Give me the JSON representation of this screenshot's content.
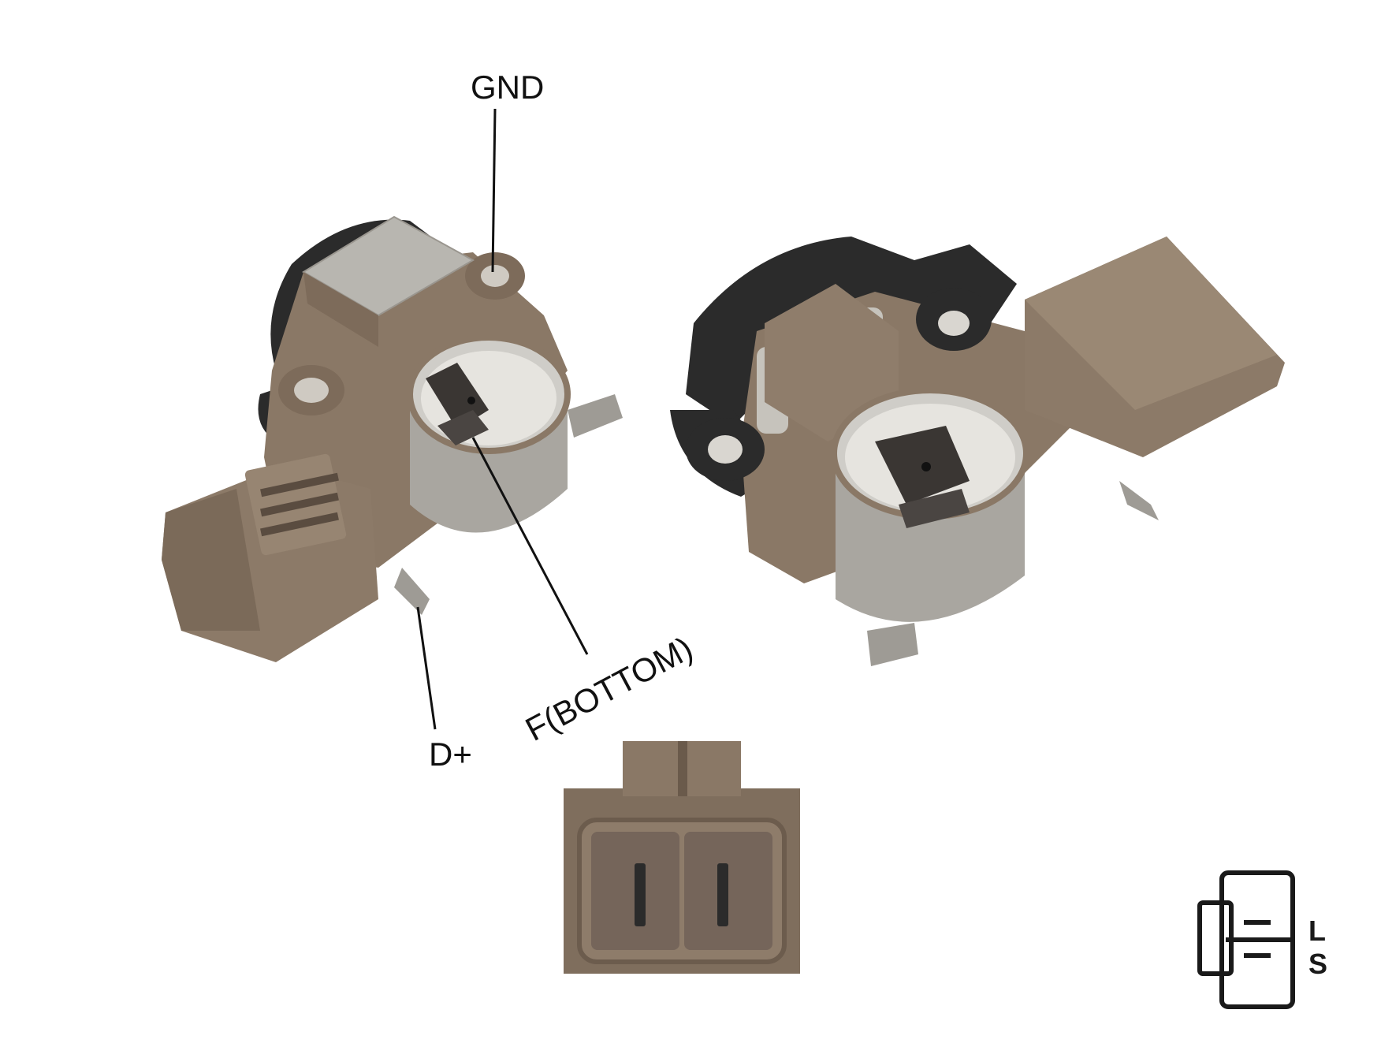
{
  "labels": {
    "gnd": "GND",
    "d_plus": "D+",
    "f_bottom": "F(BOTTOM)"
  },
  "connector_symbol": {
    "pin_top": "L",
    "pin_bottom": "S"
  },
  "colors": {
    "housing": "#8a7866",
    "housing_dark": "#6f5f50",
    "metal": "#b9b6ae",
    "metal_dark": "#8f8c85",
    "gasket": "#2a2a2a",
    "brush": "#3a3633"
  }
}
